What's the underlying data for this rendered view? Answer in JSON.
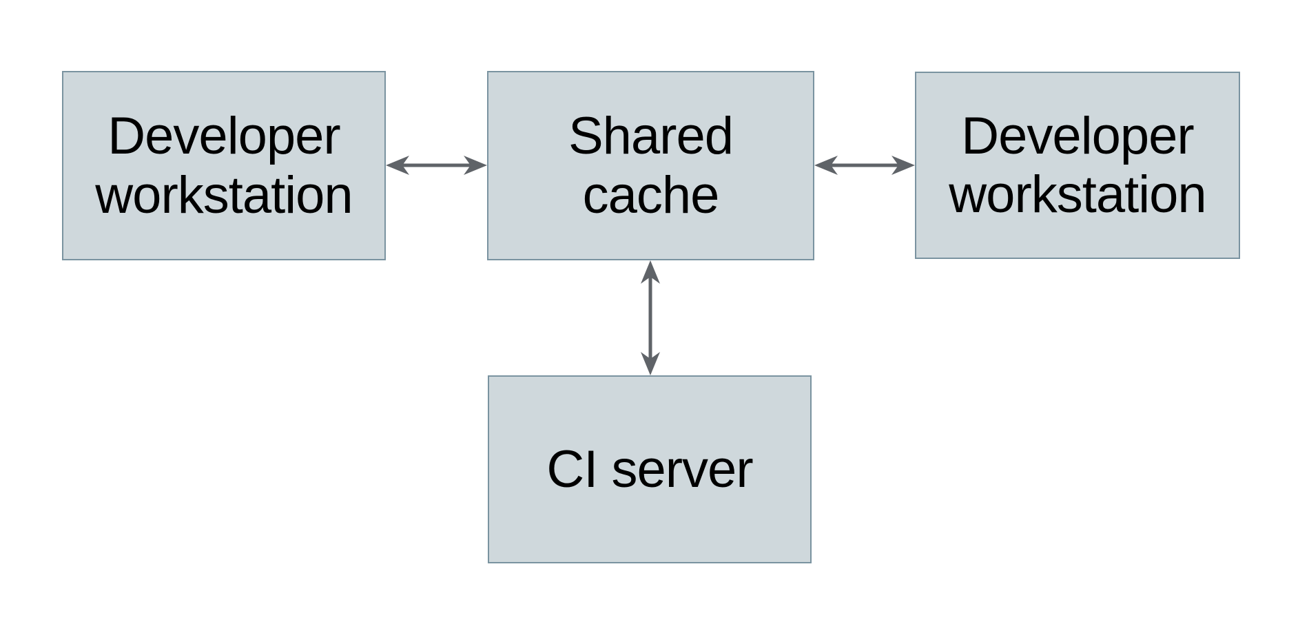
{
  "colors": {
    "background": "#ffffff",
    "node_fill": "#cfd8dc",
    "node_border": "#7a93a0",
    "arrow": "#5f6368",
    "text": "#000000"
  },
  "nodes": {
    "dev_left": {
      "label": "Developer workstation",
      "line1": "Developer",
      "line2": "workstation"
    },
    "shared_cache": {
      "label": "Shared cache",
      "line1": "Shared",
      "line2": "cache"
    },
    "dev_right": {
      "label": "Developer workstation",
      "line1": "Developer",
      "line2": "workstation"
    },
    "ci_server": {
      "label": "CI server",
      "line1": "CI server"
    }
  },
  "edges": [
    {
      "from": "Developer workstation (left)",
      "to": "Shared cache",
      "type": "bidirectional",
      "orientation": "horizontal"
    },
    {
      "from": "Shared cache",
      "to": "Developer workstation (right)",
      "type": "bidirectional",
      "orientation": "horizontal"
    },
    {
      "from": "Shared cache",
      "to": "CI server",
      "type": "bidirectional",
      "orientation": "vertical"
    }
  ]
}
